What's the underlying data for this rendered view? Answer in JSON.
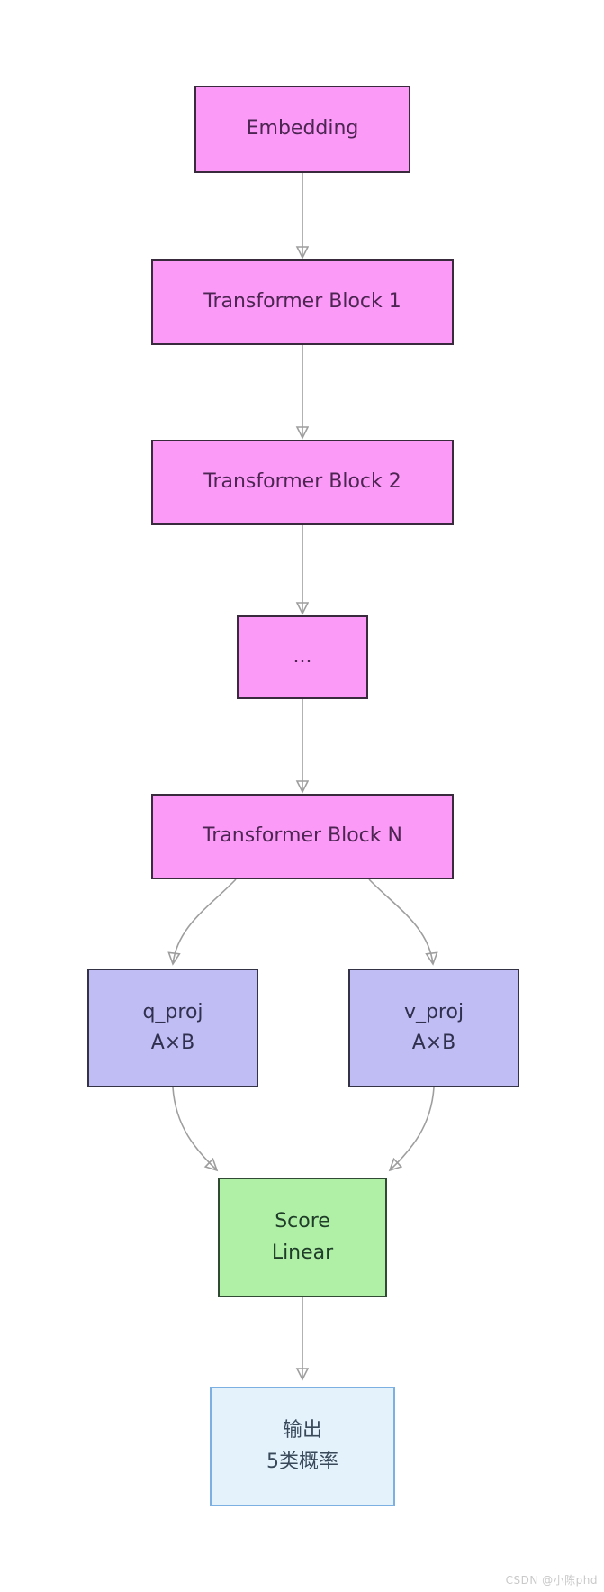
{
  "diagram": {
    "type": "flowchart-top-down",
    "nodes": {
      "embedding": {
        "label": "Embedding"
      },
      "block1": {
        "label": "Transformer Block 1"
      },
      "block2": {
        "label": "Transformer Block 2"
      },
      "ellipsis": {
        "label": "..."
      },
      "blockN": {
        "label": "Transformer Block N"
      },
      "q_proj": {
        "title": "q_proj",
        "subtitle": "A×B"
      },
      "v_proj": {
        "title": "v_proj",
        "subtitle": "A×B"
      },
      "score": {
        "title": "Score",
        "subtitle": "Linear"
      },
      "output": {
        "title": "输出",
        "subtitle": "5类概率"
      }
    },
    "edges": [
      {
        "from": "embedding",
        "to": "block1"
      },
      {
        "from": "block1",
        "to": "block2"
      },
      {
        "from": "block2",
        "to": "ellipsis"
      },
      {
        "from": "ellipsis",
        "to": "blockN"
      },
      {
        "from": "blockN",
        "to": "q_proj"
      },
      {
        "from": "blockN",
        "to": "v_proj"
      },
      {
        "from": "q_proj",
        "to": "score"
      },
      {
        "from": "v_proj",
        "to": "score"
      },
      {
        "from": "score",
        "to": "output"
      }
    ],
    "colors": {
      "pink_fill": "#fc9af7",
      "lavender_fill": "#bfbdf4",
      "green_fill": "#aff0a6",
      "blue_fill": "#e4f2fc",
      "blue_border": "#7cb0e2",
      "dark_border": "#3a2a3e",
      "edge_line": "#9e9e9e",
      "arrowhead_fill": "#b8b8b8"
    }
  },
  "watermark": {
    "text": "CSDN @小陈phd"
  }
}
